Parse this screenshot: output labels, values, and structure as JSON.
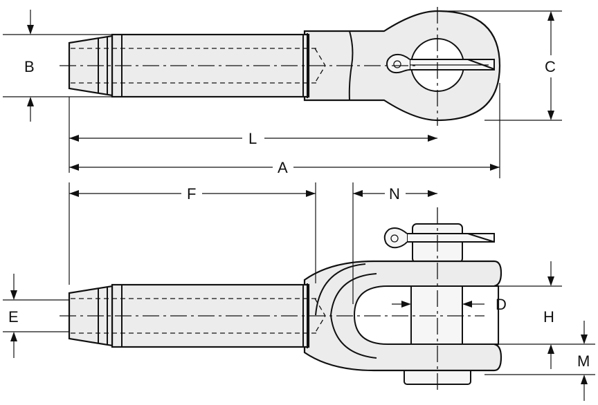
{
  "labels": {
    "A": "A",
    "B": "B",
    "C": "C",
    "D": "D",
    "E": "E",
    "F": "F",
    "H": "H",
    "L": "L",
    "M": "M",
    "N": "N"
  }
}
